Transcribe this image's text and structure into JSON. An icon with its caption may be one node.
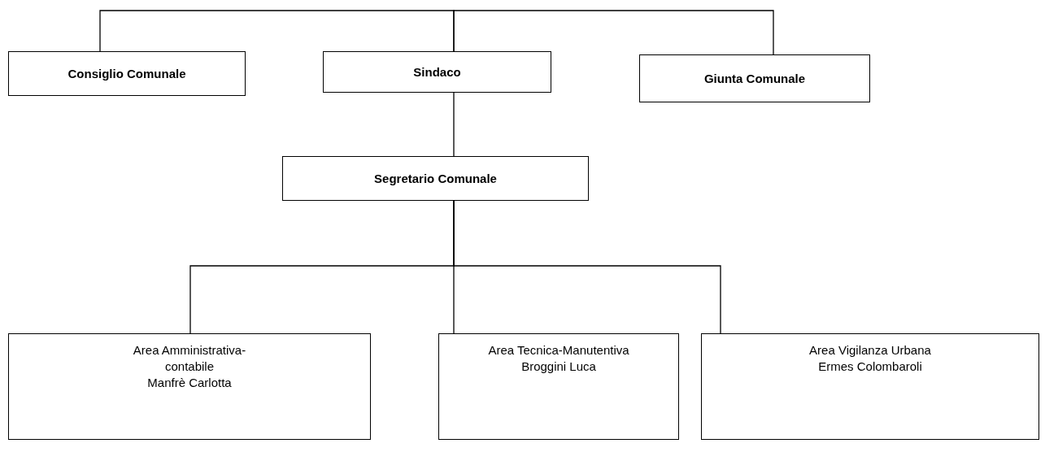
{
  "diagram": {
    "nodes": [
      {
        "text": [
          "Consiglio Comunale"
        ]
      },
      {
        "text": [
          "Sindaco"
        ]
      },
      {
        "text": [
          "Giunta Comunale"
        ]
      },
      {
        "text": [
          "Segretario Comunale"
        ]
      },
      {
        "text": [
          "Area Amministrativa-contabile",
          "Manfrè Carlotta"
        ]
      },
      {
        "text": [
          "Area Tecnica-Manutentiva",
          "Broggini Luca"
        ]
      },
      {
        "text": [
          "Area Vigilanza Urbana",
          "Ermes Colombaroli"
        ]
      }
    ],
    "edges": [
      {
        "from": 1,
        "to": 0,
        "arrow": "none"
      },
      {
        "from": 1,
        "to": 2,
        "arrow": "none"
      },
      {
        "from": 1,
        "to": 3,
        "arrow": "none"
      },
      {
        "from": 3,
        "to": 4,
        "arrow": "none"
      },
      {
        "from": 3,
        "to": 5,
        "arrow": "none"
      },
      {
        "from": 3,
        "to": 6,
        "arrow": "none"
      }
    ]
  }
}
